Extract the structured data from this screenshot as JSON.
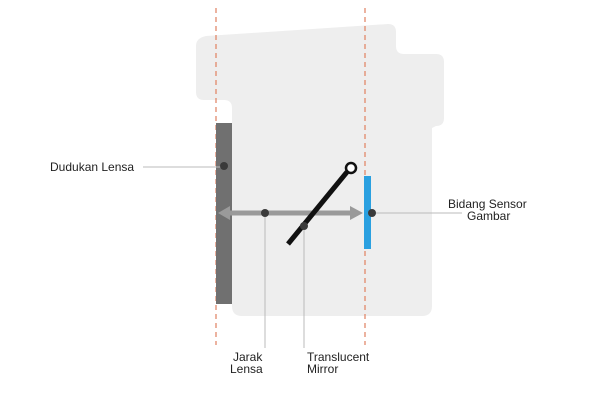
{
  "labels": {
    "lens_mount": "Dudukan Lensa",
    "sensor_line1": "Bidang Sensor",
    "sensor_line2": "Gambar",
    "flange_line1": "Jarak",
    "flange_line2": "Lensa",
    "mirror_line1": "Translucent",
    "mirror_line2": "Mirror"
  },
  "colors": {
    "body": "#eeeeee",
    "mount": "#707070",
    "sensor": "#2aa0e0",
    "arrow": "#9a9a9a",
    "mirror": "#111111",
    "guide": "#e08060",
    "leader": "#bbbbbb",
    "dot": "#3a3a3a"
  }
}
